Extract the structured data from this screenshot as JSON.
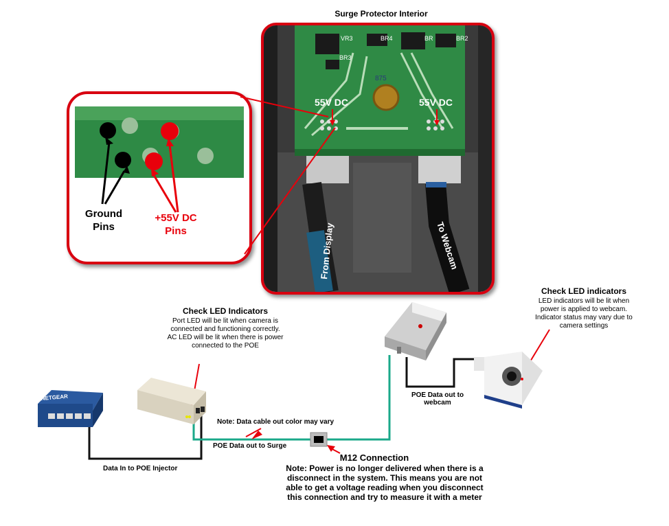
{
  "interior_title": "Surge Protector Interior",
  "board": {
    "label_left": "55V DC",
    "label_right": "55V DC",
    "silk": [
      "VR3",
      "BR4",
      "BR",
      "BR2",
      "BR3",
      "875"
    ],
    "cable_left": "From Display",
    "cable_right": "To Webcam"
  },
  "zoom": {
    "ground_label": "Ground\nPins",
    "power_label": "+55V DC\nPins"
  },
  "poe_led": {
    "title": "Check LED Indicators",
    "text": "Port LED will be lit when camera is connected and functioning correctly.\nAC LED will be lit when there is power connected to the POE"
  },
  "cam_led": {
    "title": "Check LED indicators",
    "text": "LED indicators will be lit  when power is applied to webcam. Indicator status may vary due to camera settings"
  },
  "labels": {
    "data_in": "Data In to POE Injector",
    "poe_out": "POE Data out to Surge",
    "note_color": "Note: Data cable out color may vary",
    "poe_webcam": "POE Data out to webcam",
    "m12_title": "M12 Connection",
    "m12_note": "Note: Power is no longer delivered when there is a disconnect in the system. This means you are not able to get a voltage reading when you disconnect this connection and try to measure it with a meter"
  },
  "devices": {
    "switch_brand": "NETGEAR"
  },
  "colors": {
    "accent_red": "#e8000b",
    "cable_teal": "#1aa88a",
    "cable_black": "#111111",
    "pcb_green": "#2f8a45"
  }
}
